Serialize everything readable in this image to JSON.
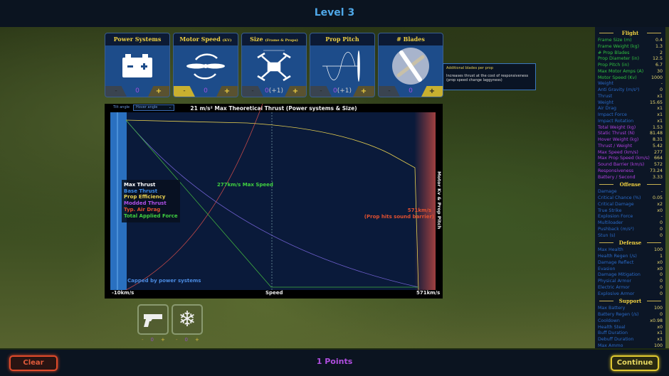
{
  "header": {
    "title": "Level 3"
  },
  "cards": [
    {
      "title": "Power Systems",
      "sub": "",
      "icon": "battery-icon",
      "count": "0",
      "bonus": "",
      "minus_active": false,
      "plus_active": false
    },
    {
      "title": "Motor Speed",
      "sub": "(KV)",
      "icon": "rotating-propeller-icon",
      "count": "0",
      "bonus": "",
      "minus_active": true,
      "plus_active": false
    },
    {
      "title": "Size",
      "sub": "(Frame & Props)",
      "icon": "quadcopter-frame-icon",
      "count": "0",
      "bonus": "(+1)",
      "minus_active": false,
      "plus_active": false
    },
    {
      "title": "Prop Pitch",
      "sub": "",
      "icon": "prop-pitch-wave-icon",
      "count": "0",
      "bonus": "(+1)",
      "minus_active": false,
      "plus_active": false
    },
    {
      "title": "# Blades",
      "sub": "",
      "icon": "blades-icon",
      "count": "0",
      "bonus": "",
      "minus_active": false,
      "plus_active": true
    }
  ],
  "card_controls": {
    "minus": "-",
    "plus": "+"
  },
  "tooltip": {
    "title": "Additional blades per prop",
    "body": "Increases thrust at the cost of responsiveness (prop speed change laggyness)"
  },
  "chart": {
    "title": "21 m/s² Max Theoretical Thrust (Power systems & Size)",
    "tilt_label": "Tilt angle",
    "tilt_value": "Hover angle",
    "legend": [
      {
        "label": "Max Thrust",
        "color": "#ffffff"
      },
      {
        "label": "Base Thrust",
        "color": "#3a8ae8"
      },
      {
        "label": "Prop Efficiency",
        "color": "#e8d050"
      },
      {
        "label": "Modded Thrust",
        "color": "#b050e8"
      },
      {
        "label": "Typ. Air Drag",
        "color": "#e05030"
      },
      {
        "label": "Total Applied Force",
        "color": "#40d040"
      }
    ],
    "max_speed_label": "277km/s Max Speed",
    "sound_barrier_speed": "571km/s",
    "sound_barrier_note": "(Prop hits sound barrier)",
    "capped_label": "Capped by power systems",
    "xmin_label": "-10km/s",
    "xlabel": "Speed",
    "xmax_label": "571km/s",
    "right_label": "Motor Kv & Prop Pitch"
  },
  "weapons": [
    {
      "icon": "pistol-icon",
      "controls": [
        "-",
        "0",
        "+"
      ]
    },
    {
      "icon": "snowflake-icon",
      "controls": [
        "-",
        "0",
        "+"
      ]
    }
  ],
  "stats": {
    "flight_title": "Flight",
    "flight": [
      {
        "k": "Frame Size (m)",
        "v": "0.4",
        "c": "#30c040"
      },
      {
        "k": "Frame Weight (kg)",
        "v": "1.3",
        "c": "#30c040"
      },
      {
        "k": "# Prop Blades",
        "v": "2",
        "c": "#30c040"
      },
      {
        "k": "Prop Diameter (in)",
        "v": "12.5",
        "c": "#30c040"
      },
      {
        "k": "Prop Pitch (in)",
        "v": "6.7",
        "c": "#30c040"
      },
      {
        "k": "Max Motor Amps (A)",
        "v": "30",
        "c": "#30c040"
      },
      {
        "k": "Motor Speed (Kv)",
        "v": "1000",
        "c": "#30c040"
      },
      {
        "k": "Weight",
        "v": "-",
        "c": "#2a6ac8"
      },
      {
        "k": "Anti Gravity (m/s²)",
        "v": "0",
        "c": "#2a6ac8"
      },
      {
        "k": "Thrust",
        "v": "x1",
        "c": "#2a6ac8"
      },
      {
        "k": "Weight",
        "v": "15.65",
        "c": "#2a6ac8"
      },
      {
        "k": "Air Drag",
        "v": "x1",
        "c": "#2a6ac8"
      },
      {
        "k": "Impact Force",
        "v": "x1",
        "c": "#2a6ac8"
      },
      {
        "k": "Impact Rotation",
        "v": "x1",
        "c": "#2a6ac8"
      },
      {
        "k": "Total Weight (kg)",
        "v": "1.53",
        "c": "#b040e0"
      },
      {
        "k": "Static Thrust (N)",
        "v": "81.48",
        "c": "#b040e0"
      },
      {
        "k": "Hover Weight (kg)",
        "v": "8.31",
        "c": "#b040e0"
      },
      {
        "k": "Thrust / Weight",
        "v": "5.42",
        "c": "#b040e0"
      },
      {
        "k": "Max Speed (km/s)",
        "v": "277",
        "c": "#b040e0"
      },
      {
        "k": "Max Prop Speed (km/s)",
        "v": "664",
        "c": "#b040e0"
      },
      {
        "k": "Sound Barrier (km/s)",
        "v": "572",
        "c": "#b040e0"
      },
      {
        "k": "Responsiveness",
        "v": "73.24",
        "c": "#b040e0"
      },
      {
        "k": "Battery / Second",
        "v": "3.33",
        "c": "#b040e0"
      }
    ],
    "offense_title": "Offense",
    "offense": [
      {
        "k": "Damage",
        "v": "-"
      },
      {
        "k": "Critical Chance (%)",
        "v": "0.05"
      },
      {
        "k": "Critical Damage",
        "v": "x2"
      },
      {
        "k": "True Strike",
        "v": "x0"
      },
      {
        "k": "Explosion Force",
        "v": "-"
      },
      {
        "k": "Multiloader",
        "v": "0"
      },
      {
        "k": "Pushback (m/s²)",
        "v": "0"
      },
      {
        "k": "Stun (s)",
        "v": "0"
      }
    ],
    "defense_title": "Defense",
    "defense": [
      {
        "k": "Max Health",
        "v": "100"
      },
      {
        "k": "Health Regen (/s)",
        "v": "1"
      },
      {
        "k": "Damage Reflect",
        "v": "x0"
      },
      {
        "k": "Evasion",
        "v": "x0"
      },
      {
        "k": "Damage Mitigation",
        "v": "0"
      },
      {
        "k": "Physical Armor",
        "v": "0"
      },
      {
        "k": "Electric Armor",
        "v": "0"
      },
      {
        "k": "Explosive Armor",
        "v": "0"
      }
    ],
    "support_title": "Support",
    "support": [
      {
        "k": "Max Battery",
        "v": "100"
      },
      {
        "k": "Battery Regen (/s)",
        "v": "0"
      },
      {
        "k": "Cooldown",
        "v": "x0.98"
      },
      {
        "k": "Health Steal",
        "v": "x0"
      },
      {
        "k": "Buff Duration",
        "v": "x1"
      },
      {
        "k": "Debuff Duration",
        "v": "x1"
      },
      {
        "k": "Max Ammo",
        "v": "100"
      }
    ]
  },
  "footer": {
    "clear": "Clear",
    "points": "1 Points",
    "continue": "Continue"
  },
  "colors": {
    "accent": "#f0d040",
    "title": "#4fa8e8",
    "points": "#b04ee0",
    "clear": "#e04a2a",
    "continue": "#e0c830"
  }
}
